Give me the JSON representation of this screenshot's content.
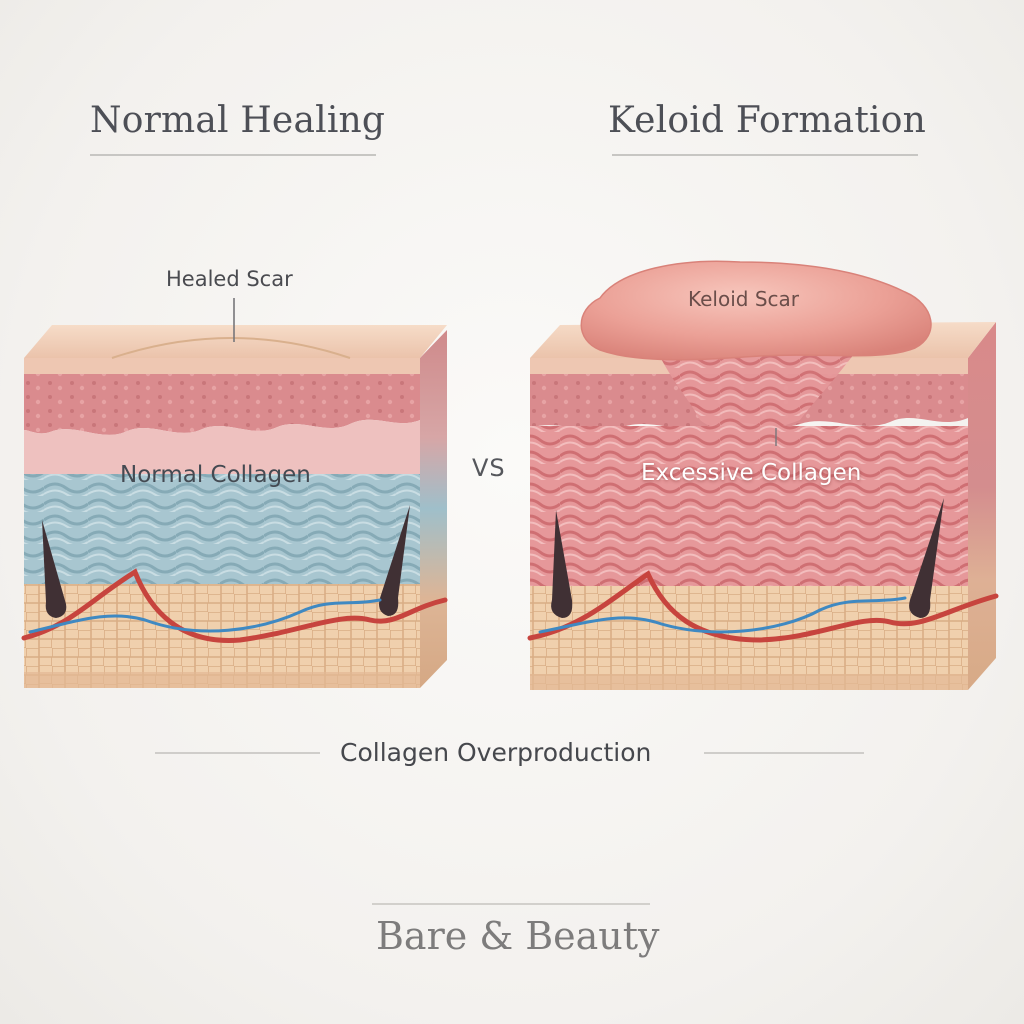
{
  "titles": {
    "left": "Normal Healing",
    "right": "Keloid Formation"
  },
  "labels": {
    "healed_scar": "Healed Scar",
    "keloid_scar": "Keloid Scar",
    "normal_collagen": "Normal Collagen",
    "excessive_collagen": "Excessive Collagen",
    "vs": "VS"
  },
  "caption": "Collagen Overproduction",
  "brand": "Bare & Beauty",
  "colors": {
    "epidermis_top": "#efcfb8",
    "epidermis": "#d98a8d",
    "normal_collagen": "#a8c5cf",
    "excessive_collagen": "#e48f92",
    "fat": "#ebc6a0",
    "keloid": "#eaa198",
    "vessel_red": "#c7443e",
    "vessel_blue": "#3f89c2"
  }
}
